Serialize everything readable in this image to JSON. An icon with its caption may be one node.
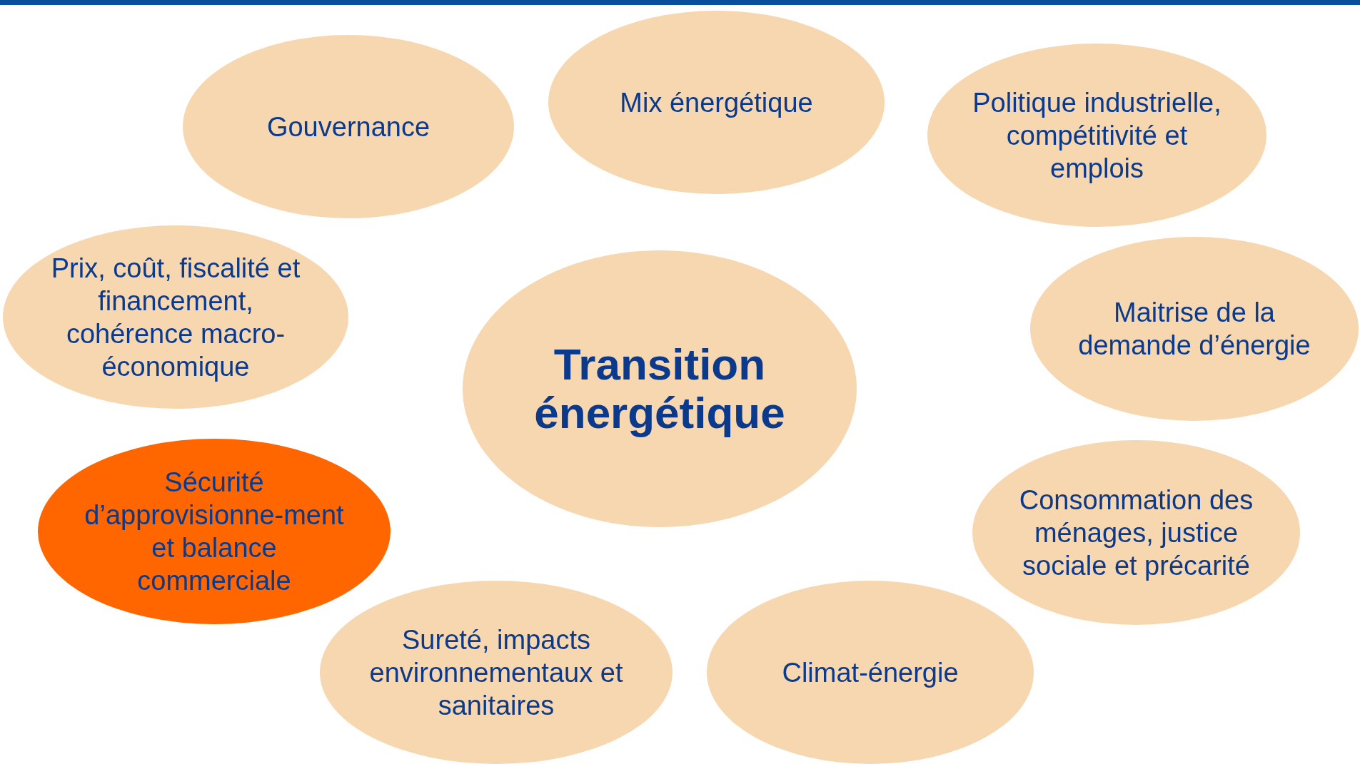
{
  "diagram": {
    "nodes": [
      {
        "text": [
          "Gouvernance"
        ]
      },
      {
        "text": [
          "Mix énergétique"
        ]
      },
      {
        "text": [
          "Politique industrielle, compétitivité et emplois"
        ]
      },
      {
        "text": [
          "Prix, coût, fiscalité et financement, cohérence macro-économique"
        ]
      },
      {
        "text": [
          "Transition énergétique"
        ]
      },
      {
        "text": [
          "Maitrise de la demande d’énergie"
        ]
      },
      {
        "text": [
          "Sécurité d’approvisionne-ment et balance commerciale"
        ]
      },
      {
        "text": [
          "Consommation des ménages, justice sociale et précarité"
        ]
      },
      {
        "text": [
          "Sureté, impacts environnementaux et sanitaires"
        ]
      },
      {
        "text": [
          "Climat-énergie"
        ]
      }
    ]
  }
}
